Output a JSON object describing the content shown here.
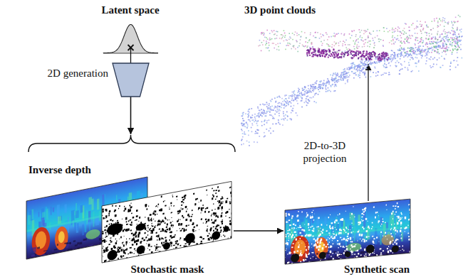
{
  "diagram": {
    "nodes": [
      {
        "text": [
          "Latent space"
        ]
      },
      {
        "text": [
          "2D generation"
        ]
      },
      {
        "text": [
          "Inverse depth"
        ]
      },
      {
        "text": [
          "Stochastic mask"
        ]
      },
      {
        "text": [
          "Synthetic scan"
        ]
      },
      {
        "text": [
          "3D point clouds"
        ]
      }
    ],
    "edges": [
      {
        "from": 0,
        "to": 1,
        "arrow": "none"
      },
      {
        "from": 1,
        "to": 2,
        "arrow": "to"
      },
      {
        "from": 1,
        "to": 3,
        "arrow": "to"
      },
      {
        "from": 3,
        "to": 4,
        "arrow": "to"
      },
      {
        "from": 4,
        "to": 5,
        "label": "2D-to-3D projection",
        "arrow": "to"
      }
    ]
  }
}
